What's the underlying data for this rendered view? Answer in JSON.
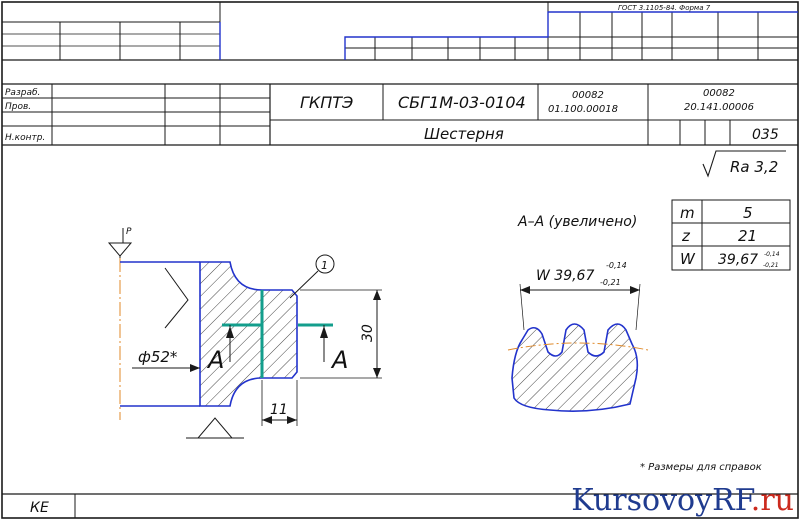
{
  "form_label": "ГОСТ 3.1105-84. Форма 7",
  "title_block": {
    "row_labels": [
      "Разраб.",
      "Пров.",
      "Н.контр."
    ],
    "organization": "ГКПТЭ",
    "document_code": "СБГ1М-03-0104",
    "code_a_line1": "00082",
    "code_a_line2": "01.100.00018",
    "code_b_line1": "00082",
    "code_b_line2": "20.141.00006",
    "part_name": "Шестерня",
    "operation_number": "035"
  },
  "roughness": "Ra 3,2",
  "drawing": {
    "support_label": "P",
    "diameter": "ф52*",
    "section_mark": "A",
    "callout_number": "1",
    "dim_height": "30",
    "dim_width": "11"
  },
  "section": {
    "title": "А–А (увеличено)",
    "w_label": "W 39,67",
    "w_upper": "-0,14",
    "w_lower": "-0,21"
  },
  "params_table": {
    "rows": [
      {
        "symbol": "m",
        "value": "5"
      },
      {
        "symbol": "z",
        "value": "21"
      },
      {
        "symbol": "W",
        "value": "39,67",
        "upper": "-0,14",
        "lower": "-0,21"
      }
    ]
  },
  "note": "*  Размеры для справок",
  "footer_code": "КЕ",
  "watermark": {
    "part1": "KursovoyRF",
    "part2": ".ru"
  },
  "colors": {
    "line": "#1a1a1a",
    "blue": "#2233cc",
    "teal": "#139e8c",
    "orange": "#e08a2a"
  }
}
